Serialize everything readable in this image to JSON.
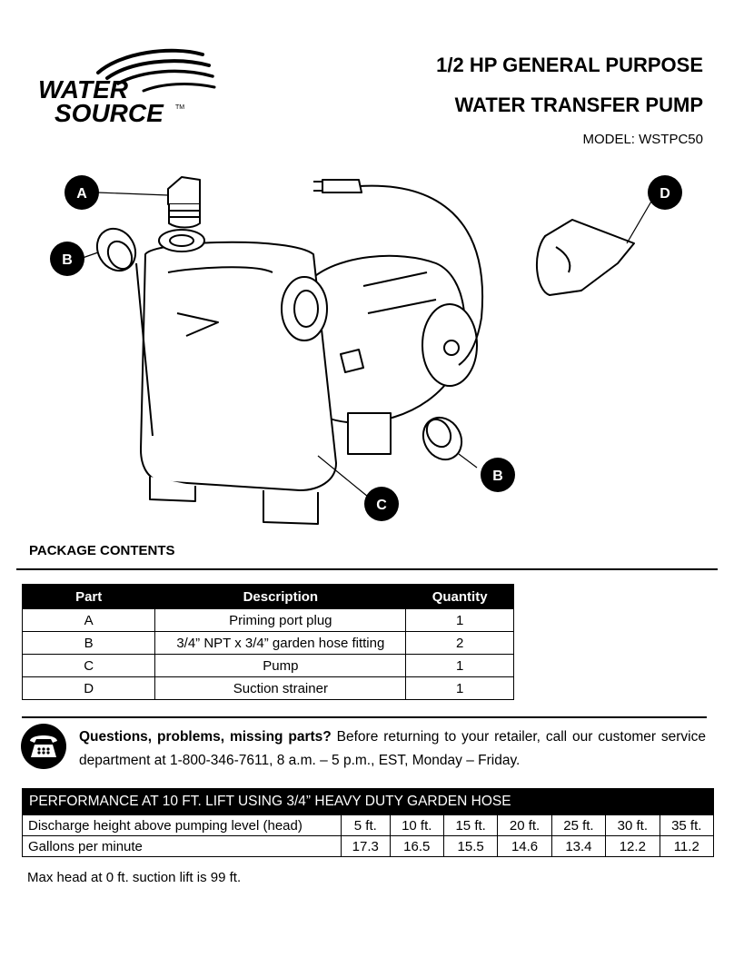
{
  "logo": {
    "line1": "WATER",
    "line2": "SOURCE",
    "tm": "TM"
  },
  "header": {
    "title_line1": "1/2 HP GENERAL PURPOSE",
    "title_line2": "WATER TRANSFER PUMP",
    "model": "MODEL: WSTPC50"
  },
  "diagram": {
    "callouts": {
      "a": "A",
      "b1": "B",
      "b2": "B",
      "c": "C",
      "d": "D"
    }
  },
  "package": {
    "heading": "PACKAGE CONTENTS",
    "columns": [
      "Part",
      "Description",
      "Quantity"
    ],
    "rows": [
      {
        "part": "A",
        "description": "Priming port plug",
        "quantity": "1"
      },
      {
        "part": "B",
        "description": "3/4” NPT x 3/4” garden hose fitting",
        "quantity": "2"
      },
      {
        "part": "C",
        "description": "Pump",
        "quantity": "1"
      },
      {
        "part": "D",
        "description": "Suction strainer",
        "quantity": "1"
      }
    ]
  },
  "notice": {
    "bold": "Questions, problems, missing parts?",
    "text": " Before returning to your retailer, call our customer service department at 1-800-346-7611, 8 a.m. – 5 p.m., EST, Monday – Friday.",
    "icon": "telephone-icon"
  },
  "performance": {
    "header": "PERFORMANCE AT 10 FT. LIFT USING 3/4” HEAVY DUTY GARDEN HOSE",
    "rows": [
      {
        "label": "Discharge height above pumping level (head)",
        "values": [
          "5 ft.",
          "10 ft.",
          "15 ft.",
          "20 ft.",
          "25 ft.",
          "30 ft.",
          "35 ft."
        ]
      },
      {
        "label": "Gallons per minute",
        "values": [
          "17.3",
          "16.5",
          "15.5",
          "14.6",
          "13.4",
          "12.2",
          "11.2"
        ]
      }
    ],
    "note": "Max head at 0 ft. suction lift is 99 ft."
  }
}
